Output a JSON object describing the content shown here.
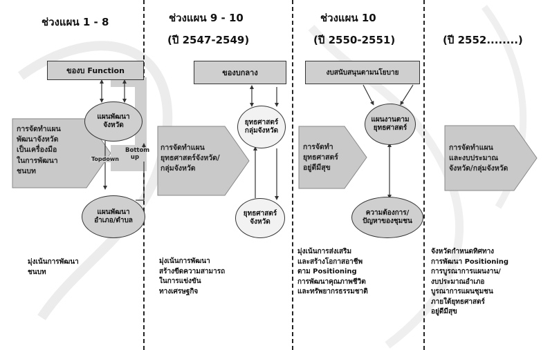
{
  "headings": {
    "p1": "ช่วงแผน 1 - 8",
    "p2a": "ช่วงแผน 9 - 10",
    "p2b": "(ปี 2547-2549)",
    "p3a": "ช่วงแผน 10",
    "p3b": "(ปี 2550-2551)",
    "p4": "(ปี 2552........)"
  },
  "panel1": {
    "top_box": "ของบ Function",
    "ellipse_top": "แผนพัฒนา\nจังหวัด",
    "ellipse_bottom": "แผนพัฒนา\nอำเภอ/ตำบล",
    "arrow_text": "การจัดทำแผน\nพัฒนาจังหวัด\nเป็นเครื่องมือ\nในการพัฒนา\nชนบท",
    "topdown_label": "Topdown",
    "bottomup_label": "Bottom\nup",
    "note": "มุ่งเน้นการพัฒนา\nชนบท"
  },
  "panel2": {
    "top_box": "ของบกลาง",
    "ellipse_top": "ยุทธศาสตร์\nกลุ่มจังหวัด",
    "ellipse_bottom": "ยุทธศาสตร์\nจังหวัด",
    "arrow_text": "การจัดทำแผน\nยุทธศาสตร์จังหวัด/\nกลุ่มจังหวัด",
    "note": "มุ่งเน้นการพัฒนา\nสร้างขีดความสามารถ\nในการแข่งขัน\nทางเศรษฐกิจ"
  },
  "panel3": {
    "top_box": "งบสนับสนุนตามนโยบาย",
    "ellipse_top": "แผนงานตาม\nยุทธศาสตร์",
    "ellipse_bottom": "ความต้องการ/\nปัญหาของชุมชน",
    "arrow_text": "การจัดทำ\nยุทธศาสตร์\nอยู่ดีมีสุข",
    "note": "มุ่งเน้นการส่งเสริม\nและสร้างโอกาสอาชีพ\nตาม Positioning\nการพัฒนาคุณภาพชีวิต\nและทรัพยากรธรรมชาติ"
  },
  "panel4": {
    "arrow_text": "การจัดทำแผน\nและงบประมาณ\nจังหวัด/กลุ่มจังหวัด",
    "note": "จังหวัดกำหนดทิศทาง\nการพัฒนา Positioning\nการบูรณาการแผนงาน/\nงบประมาณอำเภอ\nบูรณาการแผนชุมชน\nภายใต้ยุทธศาสตร์\nอยู่ดีมีสุข"
  },
  "colors": {
    "box_fill": "#cfcfcf",
    "arrow_fill": "#c9c9c9",
    "light_fill": "#f2f2f2",
    "line": "#333333"
  }
}
